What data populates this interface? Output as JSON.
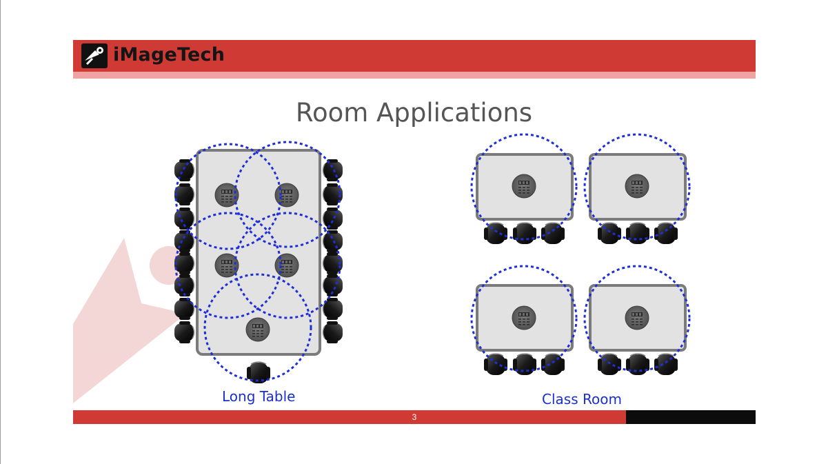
{
  "header": {
    "brand": "iMageTech",
    "logo_icon": "camera-logo-icon",
    "bar_color": "#cf3a35",
    "strip_color": "#f0a3a3"
  },
  "title": "Room Applications",
  "diagram": {
    "long_table": {
      "label": "Long Table",
      "microphones": 5,
      "side_chairs_per_side": 8,
      "end_chairs": 1
    },
    "class_room": {
      "label": "Class Room",
      "tables": 4,
      "chairs_per_table": 3,
      "microphones_per_table": 1
    },
    "pickup_circle_color": "#1f2fd6",
    "label_color": "#1a2fd0"
  },
  "footer": {
    "page_number": "3",
    "red_color": "#cf3a35",
    "black_color": "#0c0c0c"
  }
}
